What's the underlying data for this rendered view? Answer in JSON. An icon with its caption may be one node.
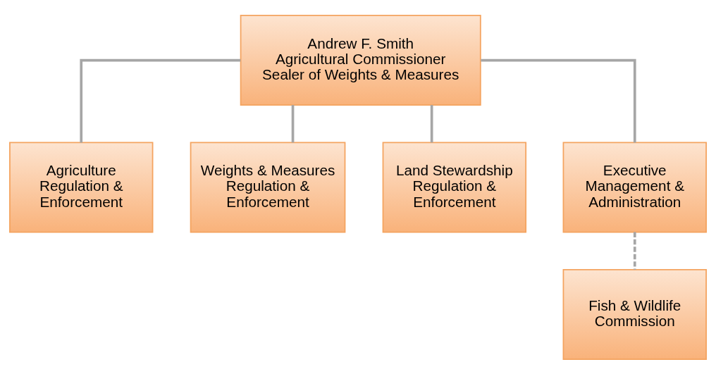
{
  "diagram": {
    "nodes": [
      {
        "text": [
          "Andrew F. Smith",
          "Agricultural Commissioner",
          "Sealer of Weights & Measures"
        ]
      },
      {
        "text": [
          "Agriculture Regulation & Enforcement"
        ]
      },
      {
        "text": [
          "Weights & Measures Regulation & Enforcement"
        ]
      },
      {
        "text": [
          "Land Stewardship Regulation & Enforcement"
        ]
      },
      {
        "text": [
          "Executive Management & Administration"
        ]
      },
      {
        "text": [
          "Fish & Wildlife Commission"
        ]
      }
    ],
    "edges": [
      {
        "from": 0,
        "to": 1,
        "arrow": "none"
      },
      {
        "from": 0,
        "to": 2,
        "arrow": "none"
      },
      {
        "from": 0,
        "to": 3,
        "arrow": "none"
      },
      {
        "from": 0,
        "to": 4,
        "arrow": "none"
      },
      {
        "from": 4,
        "to": 5,
        "arrow": "none",
        "style": "dashed"
      }
    ]
  }
}
